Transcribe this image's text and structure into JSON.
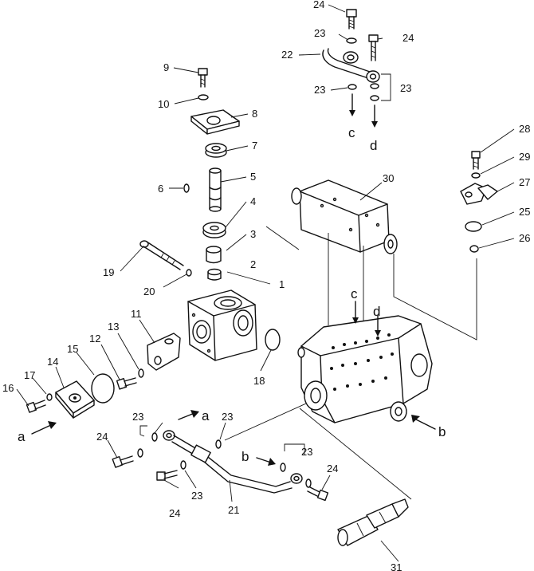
{
  "callouts": [
    {
      "id": "c1",
      "text": "1"
    },
    {
      "id": "c2",
      "text": "2"
    },
    {
      "id": "c3",
      "text": "3"
    },
    {
      "id": "c4",
      "text": "4"
    },
    {
      "id": "c5",
      "text": "5"
    },
    {
      "id": "c6",
      "text": "6"
    },
    {
      "id": "c7",
      "text": "7"
    },
    {
      "id": "c8",
      "text": "8"
    },
    {
      "id": "c9",
      "text": "9"
    },
    {
      "id": "c10",
      "text": "10"
    },
    {
      "id": "c11",
      "text": "11"
    },
    {
      "id": "c12",
      "text": "12"
    },
    {
      "id": "c13",
      "text": "13"
    },
    {
      "id": "c14",
      "text": "14"
    },
    {
      "id": "c15",
      "text": "15"
    },
    {
      "id": "c16",
      "text": "16"
    },
    {
      "id": "c17",
      "text": "17"
    },
    {
      "id": "c18",
      "text": "18"
    },
    {
      "id": "c19",
      "text": "19"
    },
    {
      "id": "c20",
      "text": "20"
    },
    {
      "id": "c21",
      "text": "21"
    },
    {
      "id": "c22",
      "text": "22"
    },
    {
      "id": "c23",
      "text": "23"
    },
    {
      "id": "c24",
      "text": "24"
    },
    {
      "id": "c25",
      "text": "25"
    },
    {
      "id": "c26",
      "text": "26"
    },
    {
      "id": "c27",
      "text": "27"
    },
    {
      "id": "c28",
      "text": "28"
    },
    {
      "id": "c29",
      "text": "29"
    },
    {
      "id": "c30",
      "text": "30"
    },
    {
      "id": "c31",
      "text": "31"
    }
  ],
  "connection_letters": {
    "a": "a",
    "b": "b",
    "c": "c",
    "d": "d"
  },
  "colors": {
    "ink": "#111111",
    "paper": "#ffffff"
  }
}
